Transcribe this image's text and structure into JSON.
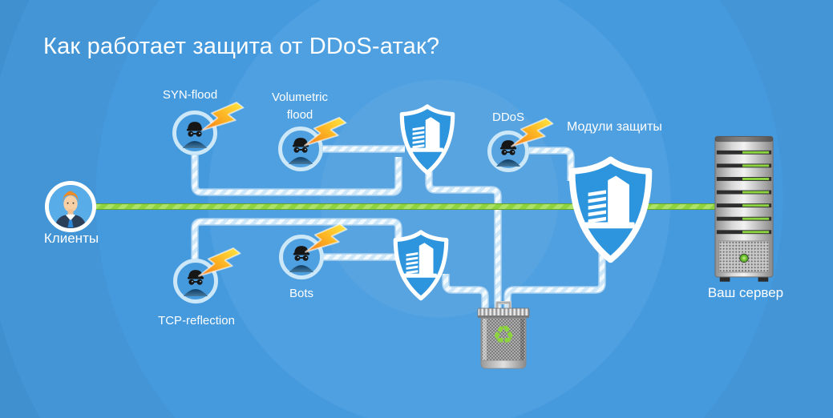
{
  "title": "Как работает защита от DDoS-атак?",
  "clients": {
    "label": "Клиенты"
  },
  "attackers": [
    {
      "label": "SYN-flood"
    },
    {
      "label": "Volumetric flood"
    },
    {
      "label": "DDoS"
    },
    {
      "label": "Bots"
    },
    {
      "label": "TCP-reflection"
    }
  ],
  "protection_modules": {
    "label": "Модули защиты"
  },
  "server": {
    "label": "Ваш сервер"
  },
  "trash_bin": {
    "recycle_symbol": "♻"
  },
  "colors": {
    "background_blue": "#459ADE",
    "shield_blue": "#2C95DE",
    "traffic_green": "#8ED23F",
    "pipe_light_blue": "#CDE7F8",
    "bolt_orange": "#F7941E",
    "text_white": "#FFFFFF"
  }
}
